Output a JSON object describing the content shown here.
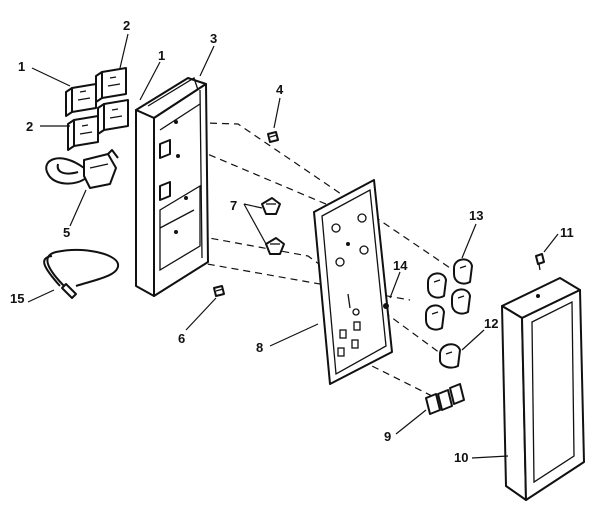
{
  "diagram": {
    "callouts": [
      {
        "id": "c1a",
        "text": "1"
      },
      {
        "id": "c2a",
        "text": "2"
      },
      {
        "id": "c1b",
        "text": "1"
      },
      {
        "id": "c3",
        "text": "3"
      },
      {
        "id": "c2b",
        "text": "2"
      },
      {
        "id": "c4",
        "text": "4"
      },
      {
        "id": "c5",
        "text": "5"
      },
      {
        "id": "c7",
        "text": "7"
      },
      {
        "id": "c13",
        "text": "13"
      },
      {
        "id": "c11",
        "text": "11"
      },
      {
        "id": "c14",
        "text": "14"
      },
      {
        "id": "c15",
        "text": "15"
      },
      {
        "id": "c6",
        "text": "6"
      },
      {
        "id": "c8",
        "text": "8"
      },
      {
        "id": "c12",
        "text": "12"
      },
      {
        "id": "c9",
        "text": "9"
      },
      {
        "id": "c10",
        "text": "10"
      }
    ],
    "parts": [
      {
        "callout": "1",
        "icon": "switch-icon"
      },
      {
        "callout": "2",
        "icon": "switch-icon"
      },
      {
        "callout": "3",
        "icon": "housing-icon"
      },
      {
        "callout": "4",
        "icon": "screw-icon"
      },
      {
        "callout": "5",
        "icon": "solenoid-icon"
      },
      {
        "callout": "6",
        "icon": "screw-icon"
      },
      {
        "callout": "7",
        "icon": "clip-icon"
      },
      {
        "callout": "8",
        "icon": "panel-icon"
      },
      {
        "callout": "9",
        "icon": "button-icon"
      },
      {
        "callout": "10",
        "icon": "frame-icon"
      },
      {
        "callout": "11",
        "icon": "screw-icon"
      },
      {
        "callout": "12",
        "icon": "knob-icon"
      },
      {
        "callout": "13",
        "icon": "knob-icon"
      },
      {
        "callout": "14",
        "icon": "screw-icon"
      },
      {
        "callout": "15",
        "icon": "wire-harness-icon"
      }
    ]
  }
}
